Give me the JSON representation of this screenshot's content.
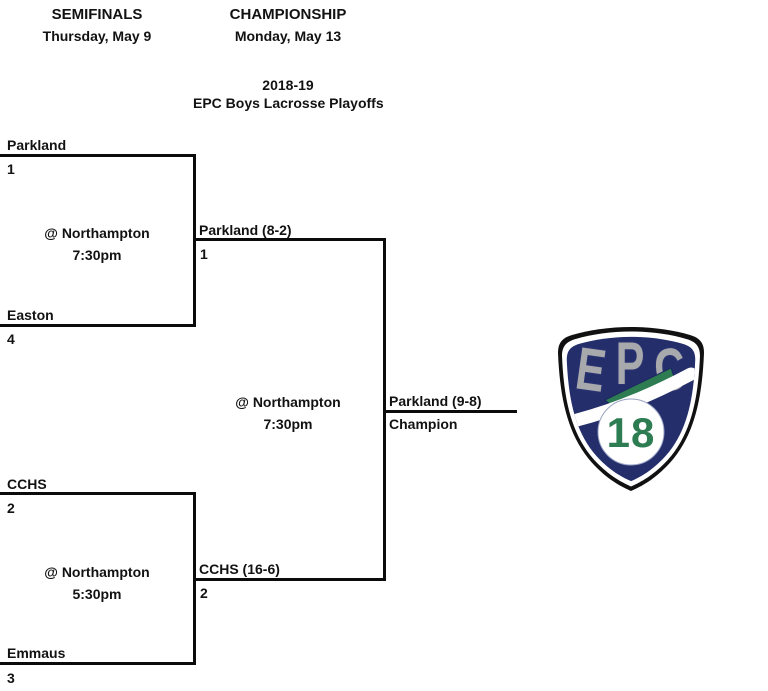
{
  "rounds": {
    "semifinals": {
      "label": "SEMIFINALS",
      "date": "Thursday, May 9"
    },
    "championship": {
      "label": "CHAMPIONSHIP",
      "date": "Monday, May 13"
    }
  },
  "title": {
    "line1": "2018-19",
    "line2": "EPC Boys Lacrosse Playoffs"
  },
  "semifinal1": {
    "top_team": "Parkland",
    "top_seed": "1",
    "bottom_team": "Easton",
    "bottom_seed": "4",
    "venue": "@ Northampton",
    "time": "7:30pm",
    "winner": "Parkland (8-2)",
    "winner_seed": "1"
  },
  "semifinal2": {
    "top_team": "CCHS",
    "top_seed": "2",
    "bottom_team": "Emmaus",
    "bottom_seed": "3",
    "venue": "@ Northampton",
    "time": "5:30pm",
    "winner": "CCHS (16-6)",
    "winner_seed": "2"
  },
  "final": {
    "venue": "@ Northampton",
    "time": "7:30pm",
    "winner": "Parkland (9-8)",
    "winner_label": "Champion"
  },
  "logo": {
    "letters": [
      "E",
      "P",
      "C"
    ],
    "year": "18",
    "colors": {
      "shield_black": "#111111",
      "navy": "#232e6b",
      "letter_gray": "#a7a9ac",
      "letter_outline": "#2b3272",
      "green": "#2e7c52",
      "white": "#ffffff"
    }
  }
}
